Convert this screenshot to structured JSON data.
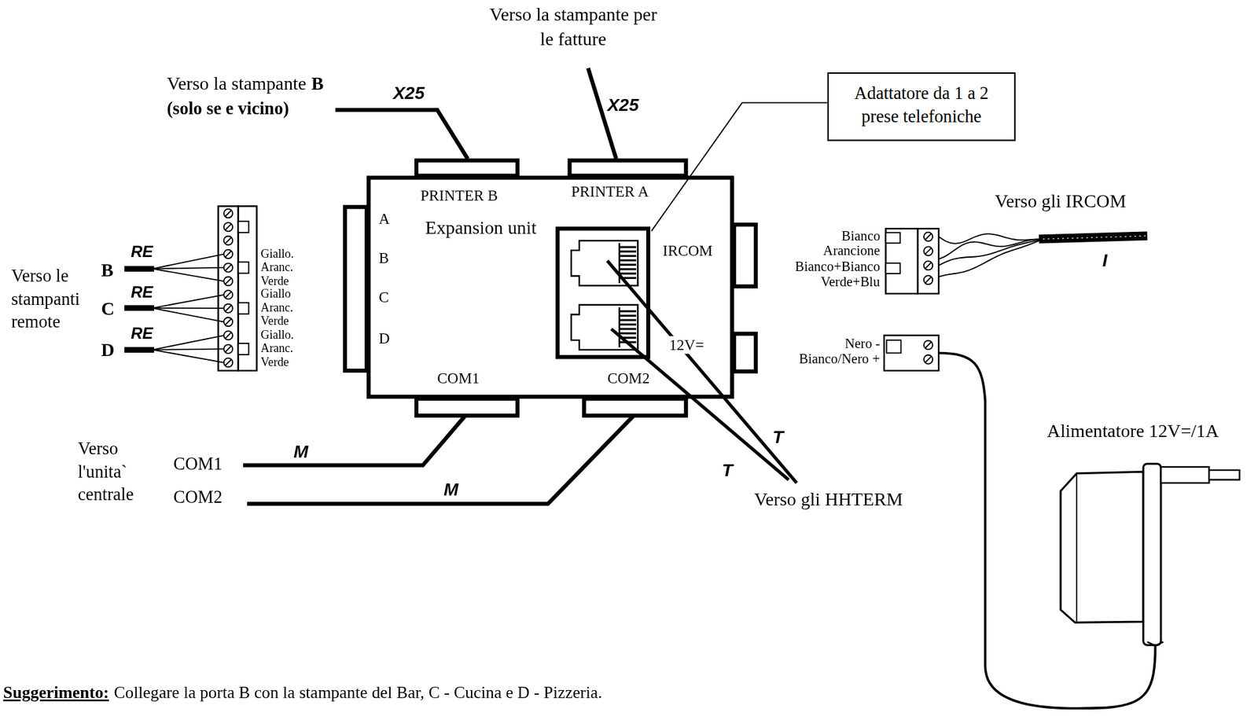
{
  "diagram": {
    "nodes": [
      {
        "text": [
          "PRINTER B",
          "PRINTER A",
          "A",
          "Expansion unit",
          "B",
          "IRCOM",
          "C",
          "D",
          "12V=",
          "COM1",
          "COM2"
        ]
      },
      {
        "text": [
          "Adattatore da 1 a 2 prese telefoniche"
        ]
      }
    ],
    "labels": [
      "Verso la stampante per le fatture",
      "X25",
      "X25",
      "Verso la stampante",
      "B",
      "(solo se e vicino)",
      "Verso gli IRCOM",
      "Bianco",
      "Arancione",
      "Bianco+Bianco",
      "Verde+Blu",
      "I",
      "Nero -",
      "Bianco/Nero +",
      "Alimentatore 12V=/1A",
      "Verso le stampanti remote",
      "B",
      "RE",
      "C",
      "RE",
      "D",
      "RE",
      "Giallo.",
      "Aranc.",
      "Verde",
      "Giallo",
      "Aranc.",
      "Verde",
      "Giallo.",
      "Aranc.",
      "Verde",
      "Verso l'unita` centrale",
      "COM1",
      "COM2",
      "M",
      "M",
      "T",
      "T",
      "Verso gli HHTERM",
      "Suggerimento:",
      "Collegare la porta B con la stampante del Bar, C - Cucina e D - Pizzeria."
    ]
  }
}
